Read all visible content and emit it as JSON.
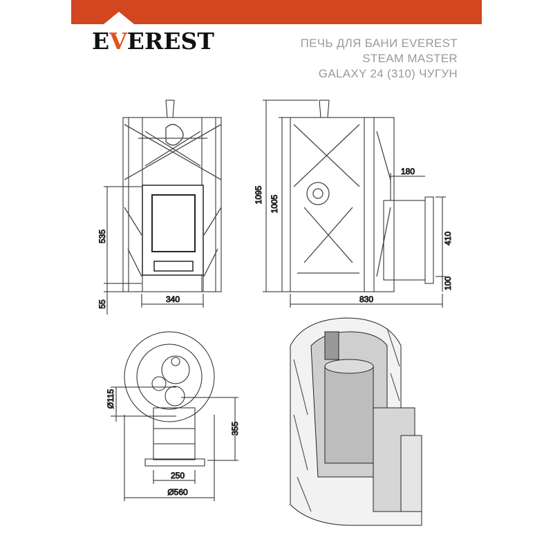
{
  "brand": {
    "logo_text": "EVEREST"
  },
  "title": {
    "line1": "ПЕЧЬ ДЛЯ БАНИ EVEREST",
    "line2": "STEAM MASTER",
    "line3": "GALAXY 24 (310) ЧУГУН"
  },
  "dimensions": {
    "front_height_door": "535",
    "front_base": "55",
    "front_width_door": "340",
    "total_height": "1095",
    "body_height": "1005",
    "tunnel_offset": "180",
    "tunnel_height": "410",
    "tunnel_base": "100",
    "total_depth": "830",
    "chimney_diameter": "Ø115",
    "chimney_offset": "355",
    "tunnel_width": "250",
    "body_diameter": "Ø560"
  },
  "colors": {
    "accent": "#d2471f",
    "title_text": "#9a9a9a"
  }
}
